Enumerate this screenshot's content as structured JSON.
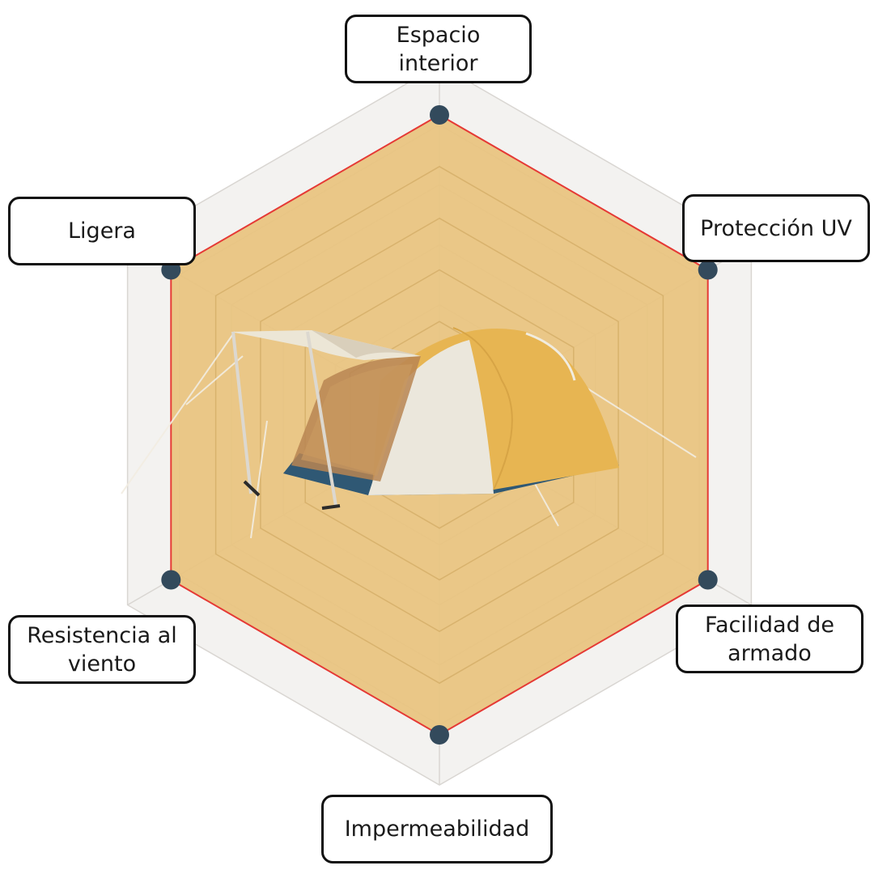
{
  "chart_data": {
    "type": "radar",
    "axes": [
      "Espacio\ninterior",
      "Protección UV",
      "Facilidad de\narmado",
      "Impermeabilidad",
      "Resistencia al\nviento",
      "Ligera"
    ],
    "values": [
      1.0,
      1.0,
      1.0,
      1.0,
      1.0,
      1.0
    ],
    "range": [
      0,
      1
    ],
    "grid_rings": 6,
    "grid": true,
    "center_image": "tent-product-image",
    "colors": {
      "fill": "#e9c37e",
      "outline": "#e53935",
      "marker": "#334a5c",
      "grid_band_light": "#f3f2f0",
      "grid_band_dark": "#ebeae8",
      "grid_line": "#d9d6d2"
    }
  }
}
